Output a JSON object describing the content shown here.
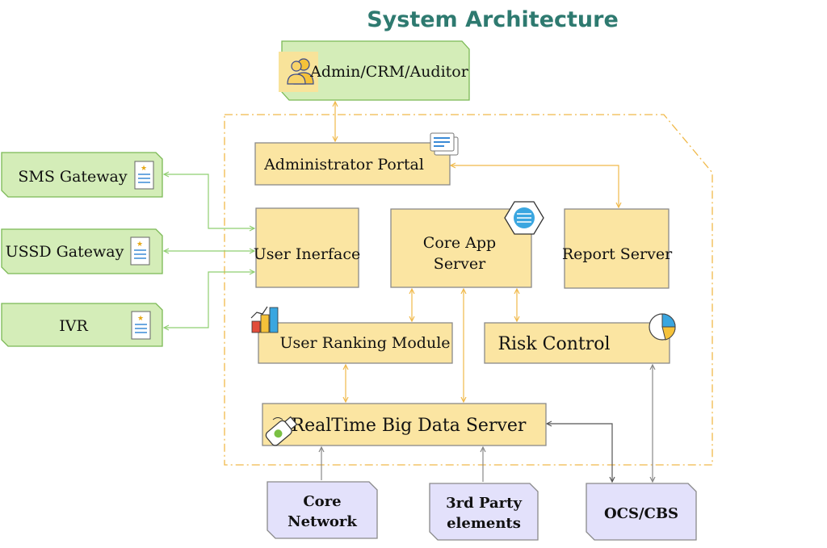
{
  "title": "System Architecture",
  "actors": {
    "admin": "Admin/CRM/Auditor"
  },
  "gateways": [
    {
      "label": "SMS Gateway"
    },
    {
      "label": "USSD Gateway"
    },
    {
      "label": "IVR"
    }
  ],
  "components": {
    "admin_portal": "Administrator Portal",
    "user_interface": "User Inerface",
    "core_app_line1": "Core App",
    "core_app_line2": "Server",
    "report_server": "Report Server",
    "ranking": "User Ranking Module",
    "risk": "Risk Control",
    "bigdata": "RealTime Big Data Server"
  },
  "external": {
    "core_network_line1": "Core",
    "core_network_line2": "Network",
    "third_party_line1": "3rd Party",
    "third_party_line2": "elements",
    "ocs": "OCS/CBS"
  },
  "colors": {
    "title": "#2e7a70",
    "component_fill": "#fbe5a2",
    "gateway_fill": "#d4edb8",
    "external_fill": "#e3e1fb",
    "boundary": "#f0b94a"
  }
}
